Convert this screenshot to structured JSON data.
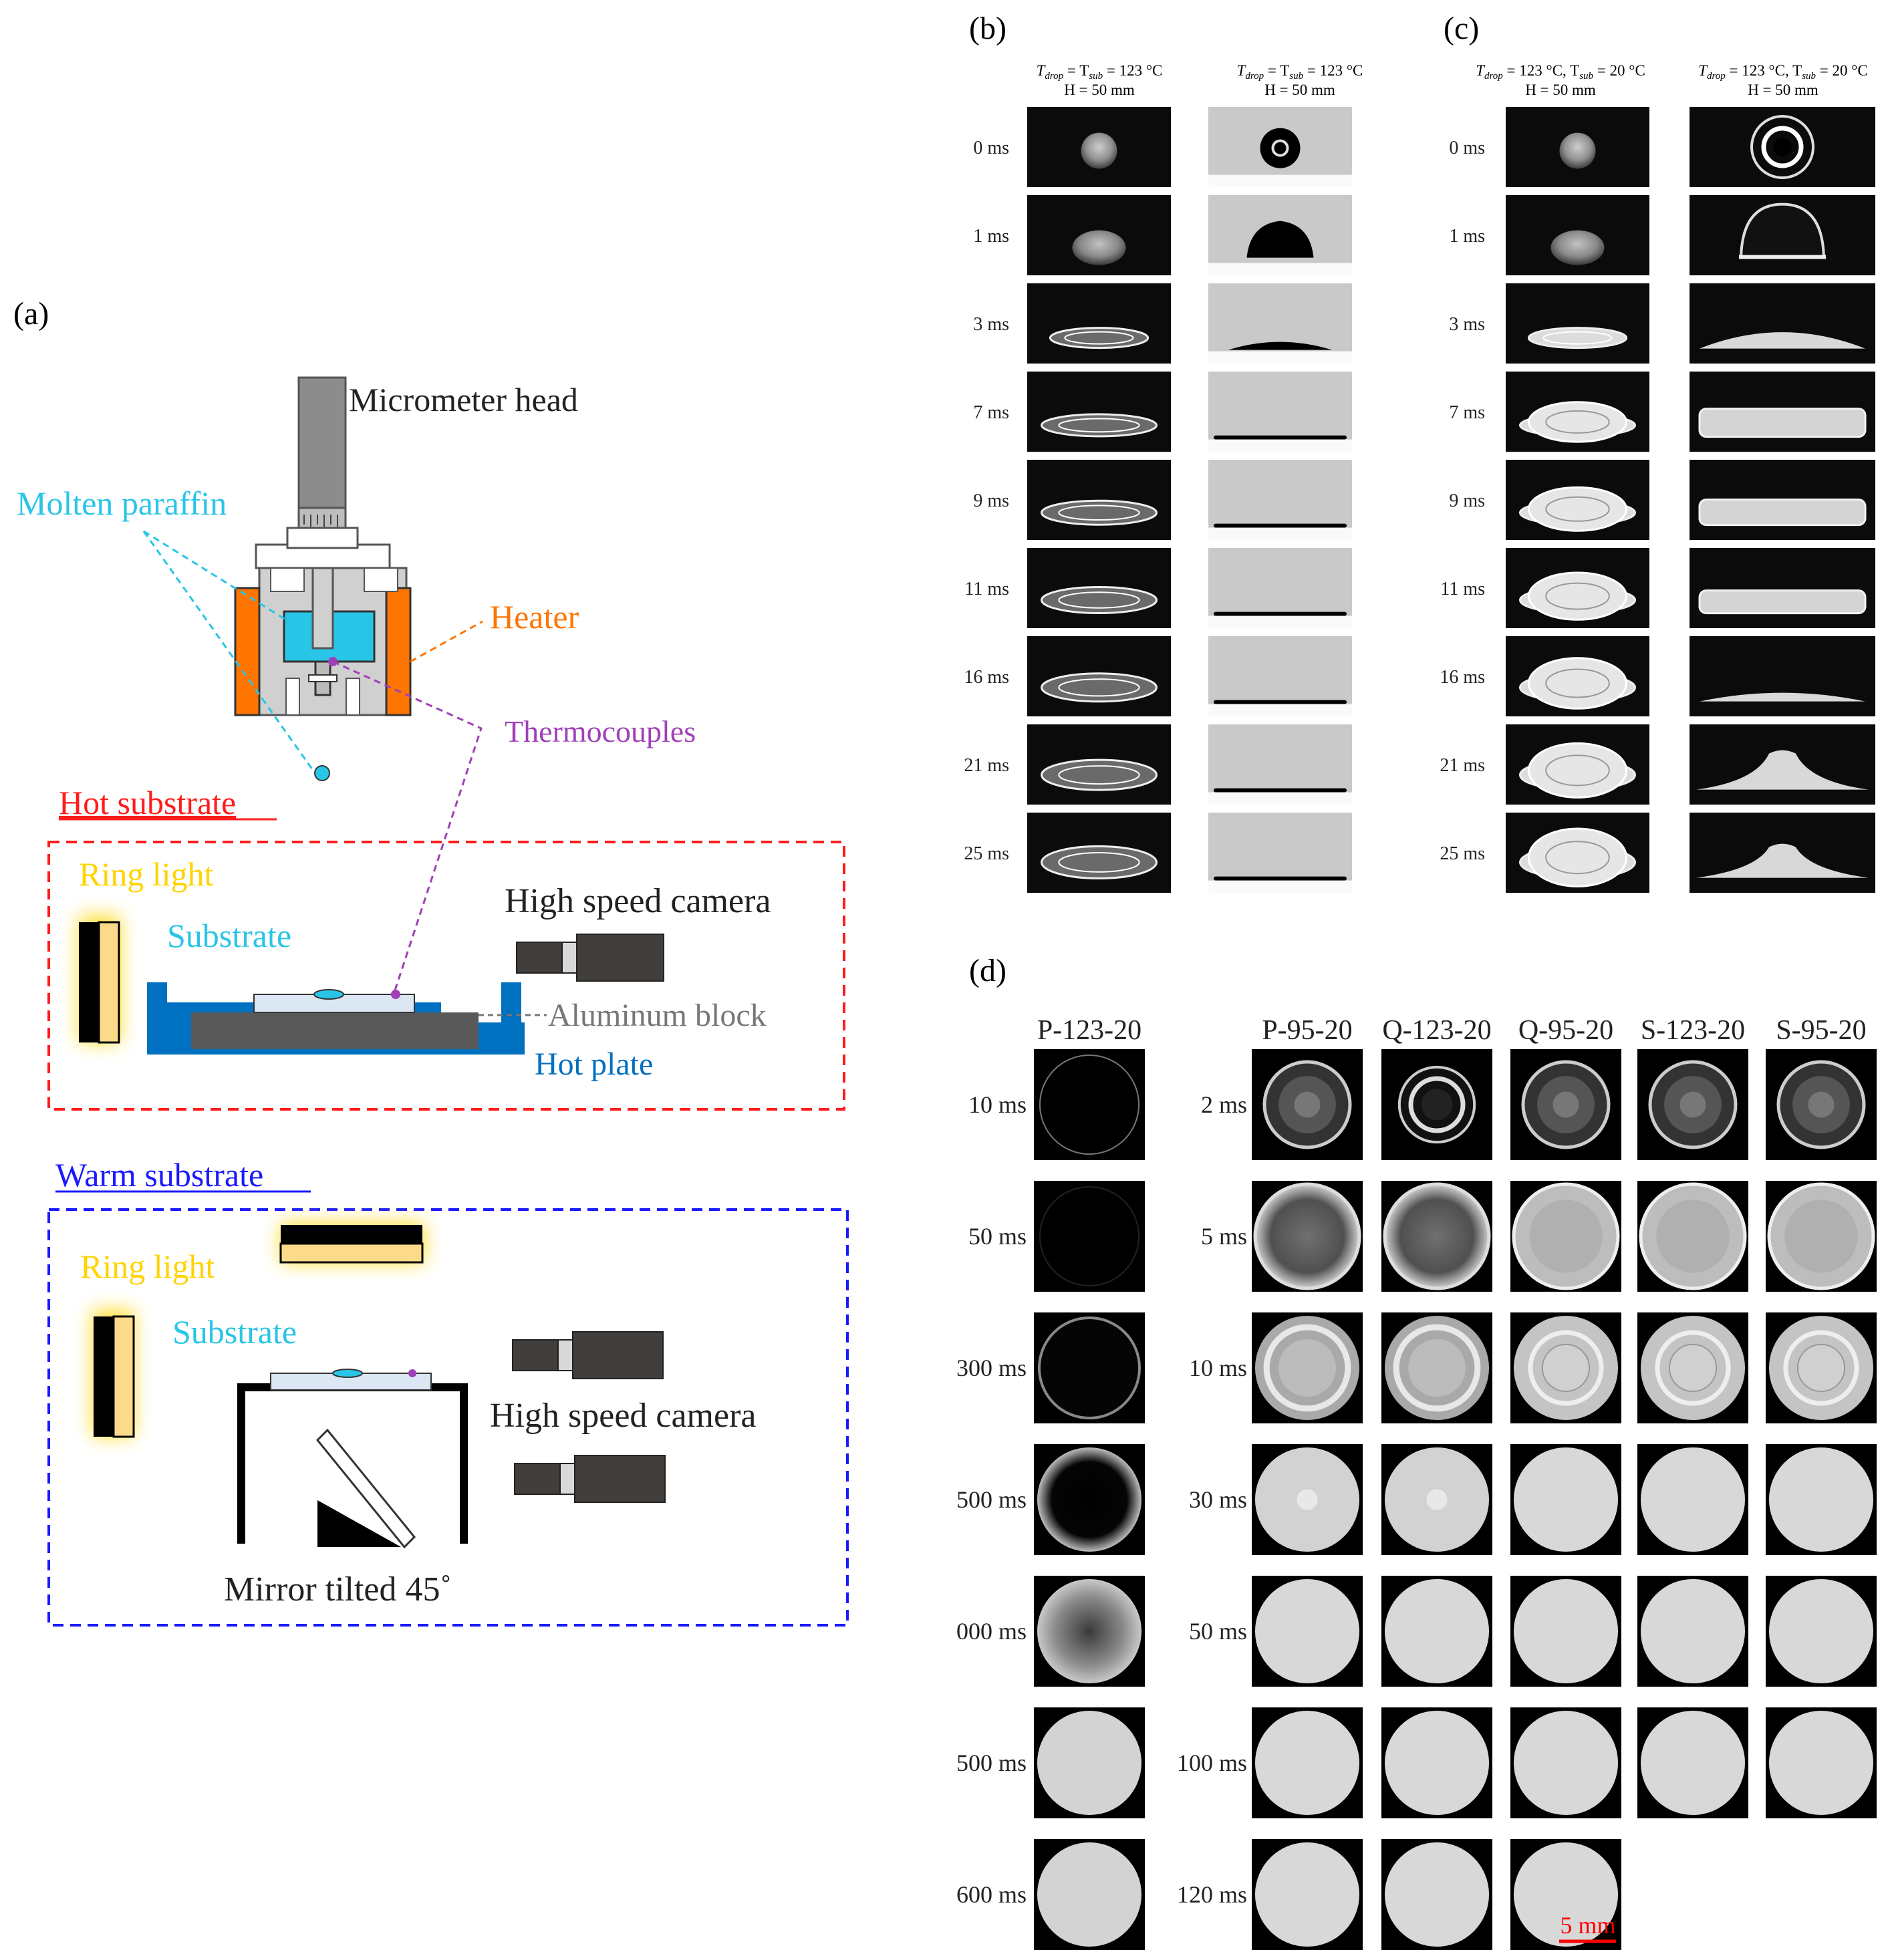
{
  "panel_a": {
    "label": "(a)",
    "micrometer_head": "Micrometer head",
    "molten_paraffin": "Molten paraffin",
    "heater": "Heater",
    "thermocouples": "Thermocouples",
    "hot_substrate": {
      "title": "Hot substrate",
      "ring_light": "Ring light",
      "substrate": "Substrate",
      "high_speed_camera": "High speed camera",
      "aluminum_block": "Aluminum block",
      "hot_plate": "Hot plate"
    },
    "warm_substrate": {
      "title": "Warm substrate",
      "ring_light": "Ring light",
      "substrate": "Substrate",
      "high_speed_camera": "High speed camera",
      "mirror": "Mirror tilted 45˚"
    },
    "colors": {
      "paraffin": "#29c5e6",
      "heater": "#ff7500",
      "thermocouple": "#a040b8",
      "hot": "#ff1c1c",
      "warm": "#1a1aff",
      "ring_light": "#ffd700",
      "hot_plate": "#0070c0"
    }
  },
  "panel_b": {
    "label": "(b)",
    "col1_header": {
      "line1_parts": [
        "T",
        "drop",
        " = T",
        "sub",
        " = 123 °C"
      ],
      "line2": "H = 50 mm"
    },
    "col2_header": {
      "line1_parts": [
        "T",
        "drop",
        " = T",
        "sub",
        " = 123 °C"
      ],
      "line2": "H = 50 mm"
    },
    "times": [
      "0 ms",
      "1 ms",
      "3 ms",
      "7 ms",
      "9 ms",
      "11 ms",
      "16 ms",
      "21 ms",
      "25 ms"
    ]
  },
  "panel_c": {
    "label": "(c)",
    "col1_header": {
      "line1_parts": [
        "T",
        "drop",
        " = 123 °C, T",
        "sub",
        " = 20 °C"
      ],
      "line2": "H = 50 mm"
    },
    "col2_header": {
      "line1_parts": [
        "T",
        "drop",
        " = 123 °C, T",
        "sub",
        " = 20 °C"
      ],
      "line2": "H = 50 mm"
    },
    "times": [
      "0 ms",
      "1 ms",
      "3 ms",
      "7 ms",
      "9 ms",
      "11 ms",
      "16 ms",
      "21 ms",
      "25 ms"
    ]
  },
  "panel_d": {
    "label": "(d)",
    "left_header": "P-123-20",
    "right_headers": [
      "P-95-20",
      "Q-123-20",
      "Q-95-20",
      "S-123-20",
      "S-95-20"
    ],
    "left_times": [
      "10 ms",
      "50 ms",
      "300 ms",
      "500 ms",
      "000 ms",
      "500 ms",
      "600 ms"
    ],
    "right_times": [
      "2 ms",
      "5 ms",
      "10 ms",
      "30 ms",
      "50 ms",
      "100 ms",
      "120 ms"
    ],
    "scale_bar": "5 mm"
  }
}
